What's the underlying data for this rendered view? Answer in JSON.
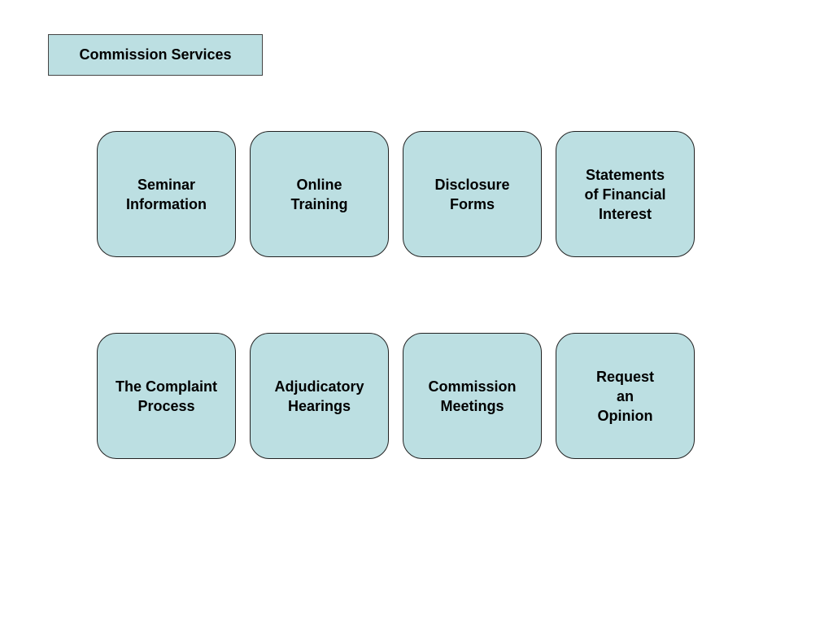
{
  "header": {
    "title": "Commission Services"
  },
  "tiles": [
    {
      "label": "Seminar\nInformation"
    },
    {
      "label": "Online\nTraining"
    },
    {
      "label": "Disclosure\nForms"
    },
    {
      "label": "Statements\nof Financial\nInterest"
    },
    {
      "label": "The Complaint\nProcess"
    },
    {
      "label": "Adjudicatory\nHearings"
    },
    {
      "label": "Commission\nMeetings"
    },
    {
      "label": "Request\nan\nOpinion"
    }
  ],
  "colors": {
    "tile_fill": "#bcdfe2",
    "tile_border": "#222222",
    "text": "#000000"
  }
}
